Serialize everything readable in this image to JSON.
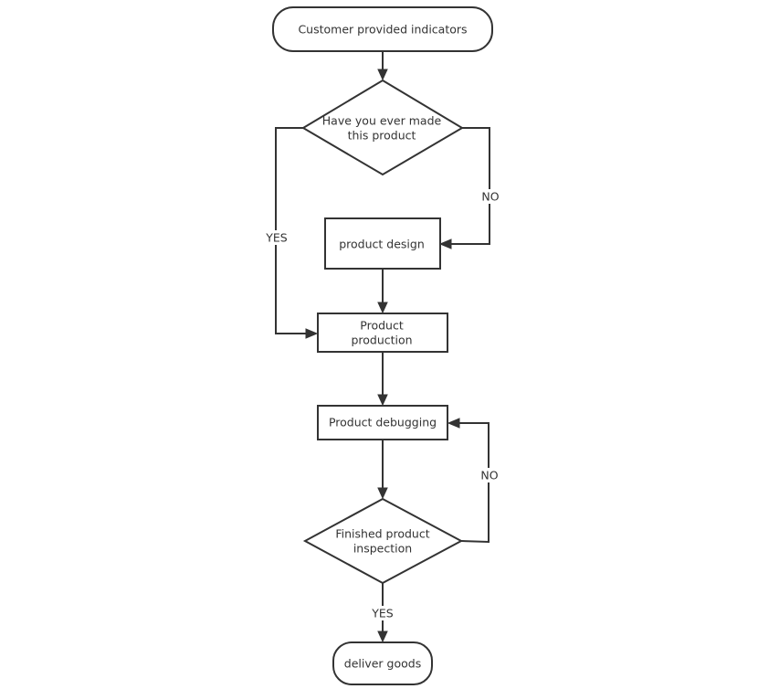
{
  "flowchart": {
    "nodes": {
      "start": {
        "lines": [
          "Customer provided indicators"
        ]
      },
      "decision_made": {
        "lines": [
          "Have you ever made",
          "this product"
        ]
      },
      "design": {
        "lines": [
          "product design"
        ]
      },
      "production": {
        "lines": [
          "Product",
          "production"
        ]
      },
      "debugging": {
        "lines": [
          "Product debugging"
        ]
      },
      "inspection": {
        "lines": [
          "Finished product",
          "inspection"
        ]
      },
      "deliver": {
        "lines": [
          "deliver goods"
        ]
      }
    },
    "edges": {
      "made_yes": "YES",
      "made_no": "NO",
      "inspection_no": "NO",
      "inspection_yes": "YES"
    }
  }
}
